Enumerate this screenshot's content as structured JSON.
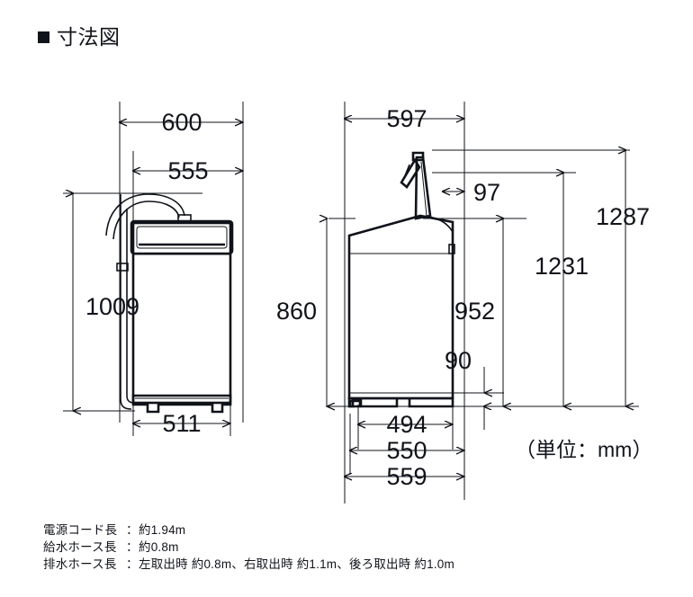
{
  "header": {
    "bullet": "square-bullet",
    "title": "寸法図"
  },
  "unit_note": "（単位：mm）",
  "left_view": {
    "name": "front-view",
    "dimensions": {
      "overall_width": "600",
      "cabinet_width": "555",
      "overall_height": "1009",
      "base_width": "511"
    }
  },
  "right_view": {
    "name": "side-view",
    "dimensions": {
      "overall_depth": "597",
      "lid_open_overhang": "97",
      "lid_open_height": "1287",
      "lid_open_inner_height": "1231",
      "top_opening_height": "952",
      "body_height": "860",
      "base_clearance": "90",
      "base_depth": "494",
      "mid_depth": "550",
      "overall_base_depth": "559"
    }
  },
  "notes": [
    {
      "label": "電源コード長",
      "sep": "：",
      "value": "約1.94m"
    },
    {
      "label": "給水ホース長",
      "sep": "：",
      "value": "約0.8m"
    },
    {
      "label": "排水ホース長",
      "sep": "：",
      "value": "左取出時 約0.8m、右取出時 約1.1m、後ろ取出時 約1.0m"
    }
  ],
  "colors": {
    "ink": "#11131a",
    "background": "#ffffff"
  }
}
